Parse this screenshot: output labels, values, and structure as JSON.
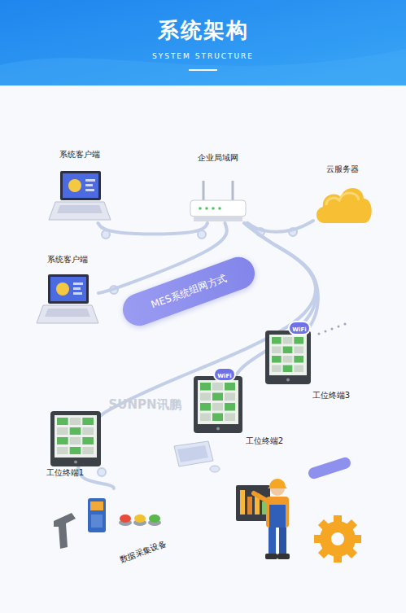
{
  "diagram": {
    "title": "系统架构",
    "nodes": [
      {
        "text": [
          "系统客户端"
        ]
      },
      {
        "text": [
          "企业局域网"
        ]
      },
      {
        "text": [
          "云服务器"
        ]
      },
      {
        "text": [
          "系统客户端"
        ]
      },
      {
        "text": [
          "MES系统组网方式"
        ]
      },
      {
        "text": [
          "工位终端3"
        ]
      },
      {
        "text": [
          "工位终端2"
        ]
      },
      {
        "text": [
          "工位终端1"
        ]
      },
      {
        "text": [
          "数据采集设备"
        ]
      }
    ],
    "edges": [
      {
        "from": 0,
        "to": 1,
        "arrow": "none"
      },
      {
        "from": 1,
        "to": 2,
        "arrow": "none"
      },
      {
        "from": 3,
        "to": 1,
        "arrow": "none"
      },
      {
        "from": 1,
        "to": 5,
        "arrow": "none"
      },
      {
        "from": 1,
        "to": 6,
        "arrow": "none"
      },
      {
        "from": 1,
        "to": 7,
        "arrow": "none"
      },
      {
        "from": 7,
        "to": 8,
        "arrow": "none"
      }
    ],
    "labels": [
      "SYSTEM STRUCTURE",
      "SUNPN讯鹏",
      "WiFi",
      "WiFi"
    ]
  }
}
